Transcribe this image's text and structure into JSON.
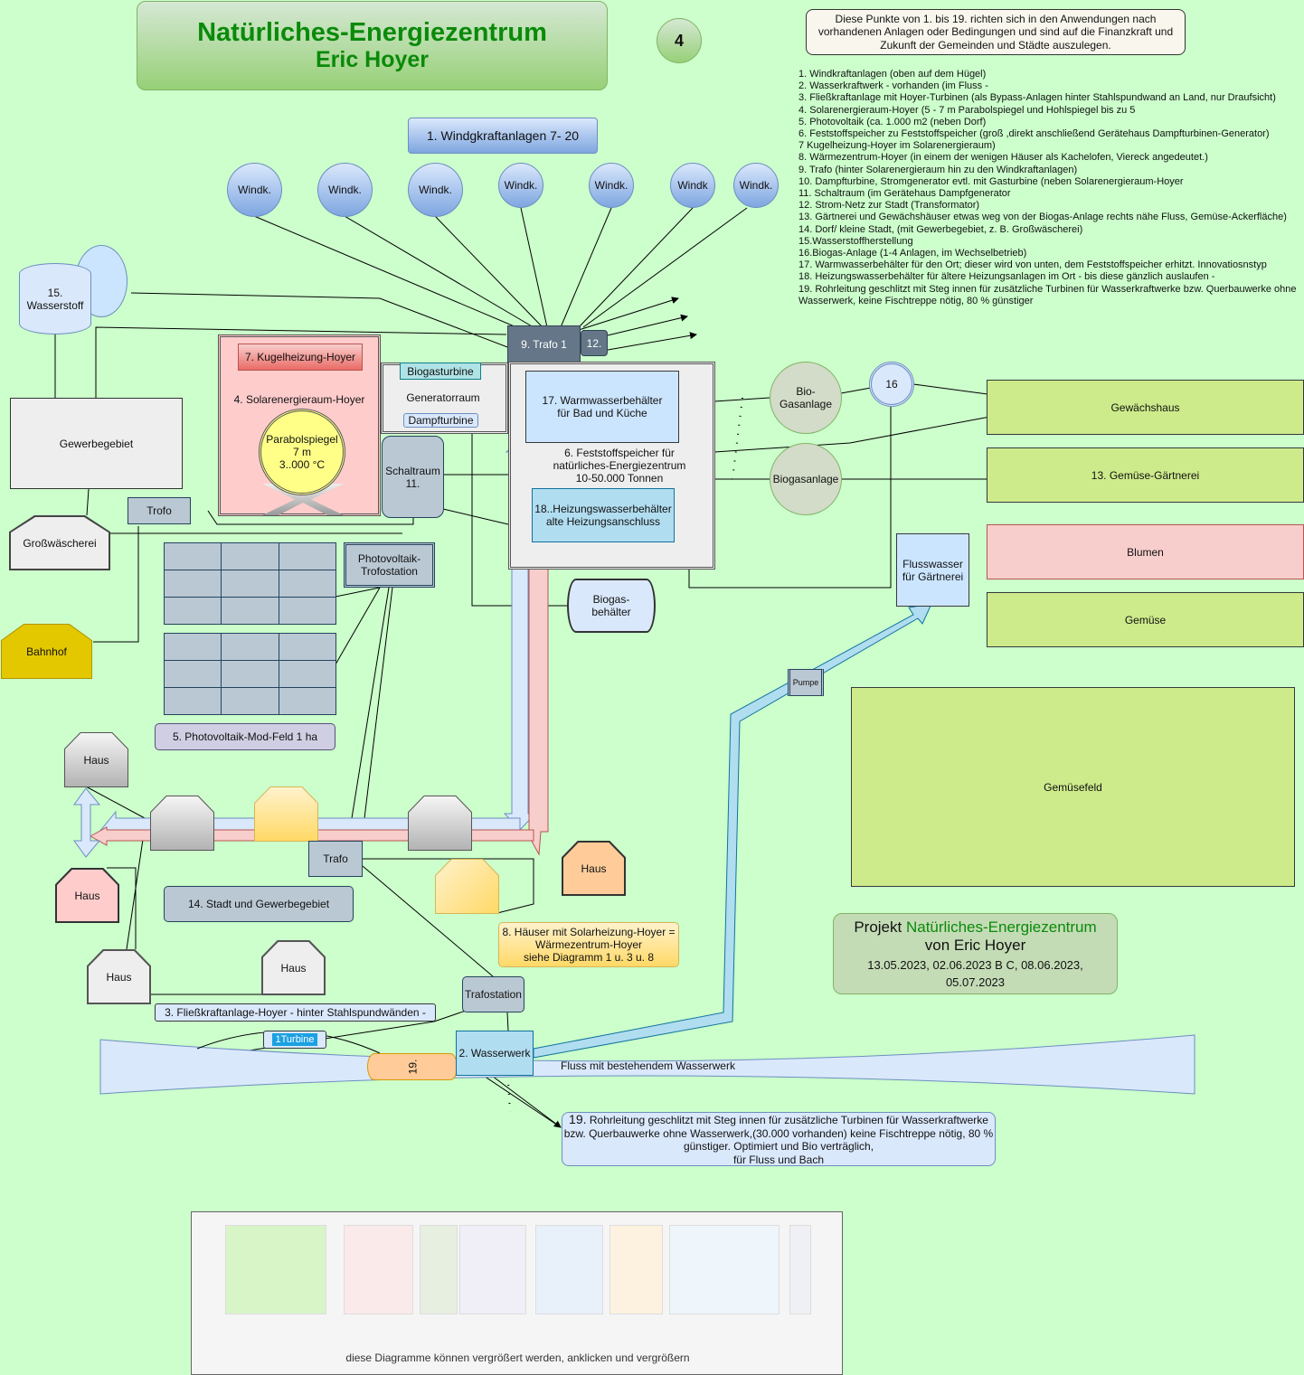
{
  "title": {
    "line1": "Natürliches-Energiezentrum",
    "line2": "Eric Hoyer"
  },
  "page_number": "4",
  "intro_note": "Diese Punkte von 1. bis 19.  richten sich in den Anwendungen nach vorhandenen Anlagen oder Bedingungen und sind auf die Finanzkraft und Zukunft der Gemeinden und Städte auszulegen.",
  "legend": [
    "1. Windkraftanlagen (oben auf dem Hügel)",
    "2. Wasserkraftwerk  - vorhanden (im Fluss  -",
    "3. Fließkraftanlage mit Hoyer-Turbinen (als Bypass-Anlagen hinter Stahlspundwand an Land, nur Draufsicht)",
    "4. Solarenergieraum-Hoyer (5 - 7 m Parabolspiegel und Hohlspiegel  bis zu 5",
    "5. Photovoltaik (ca. 1.000 m2 (neben Dorf)",
    "6. Feststoffspeicher zu Feststoffspeicher (groß ,direkt anschließend Gerätehaus Dampfturbinen-Generator)",
    "7 Kugelheizung-Hoyer  im Solarenergieraum)",
    "8. Wärmezentrum-Hoyer (in einem der wenigen Häuser als Kachelofen, Viereck angedeutet.)",
    "9. Trafo (hinter Solarenergieraum hin zu den Windkraftanlagen)",
    "10. Dampfturbine, Stromgenerator evtl. mit Gasturbine (neben Solarenergieraum-Hoyer",
    "11. Schaltraum (im Gerätehaus Dampfgenerator",
    "12. Strom-Netz zur Stadt (Transformator)",
    "13. Gärtnerei und Gewächshäuser etwas weg von der Biogas-Anlage rechts nähe Fluss, Gemüse-Ackerfläche)",
    "14. Dorf/ kleine Stadt, (mit Gewerbegebiet, z. B. Großwäscherei)",
    "15.Wasserstoffherstellung",
    "16.Biogas-Anlage (1-4 Anlagen, im Wechselbetrieb)",
    "17. Warmwasserbehälter für den Ort; dieser wird von unten, dem Feststoffspeicher erhitzt. Innovatiosnstyp",
    "18. Heizungswasserbehälter für ältere Heizungsanlagen im Ort - bis diese gänzlich auslaufen -",
    "19. Rohrleitung geschlitzt mit Steg innen für zusätzliche Turbinen für Wasserkraftwerke bzw. Querbauwerke ohne Wasserwerk, keine Fischtreppe nötig, 80 % günstiger"
  ],
  "wind": {
    "title": "1. Windgkraftanlagen 7- 20",
    "turbines": [
      "Windk.",
      "Windk.",
      "Windk.",
      "Windk.",
      "Windk.",
      "Windk",
      "Windk."
    ]
  },
  "hydrogen": {
    "line1": "15.",
    "line2": "Wasserstoff"
  },
  "gewerbegebiet": "Gewerbegebiet",
  "trofo": "Trofo",
  "grosswaescherei": "Großwäscherei",
  "bahnhof": "Bahnhof",
  "solar_room": {
    "kugelheizung": "7. Kugelheizung-Hoyer",
    "label": "4. Solarenergieraum-Hoyer",
    "parabol": {
      "line1": "Parabolspiegel",
      "line2": "7 m",
      "line3": "3..000 °C"
    }
  },
  "generator_room": {
    "biogasturbine": "Biogasturbine",
    "label": "Generatorraum",
    "dampfturbine": "Dampfturbine"
  },
  "schaltraum": {
    "line1": "Schaltraum",
    "line2": "11."
  },
  "trafo1": {
    "label": "9. Trafo 1",
    "grid": "12."
  },
  "storage": {
    "warmwater": {
      "line1": "17. Warmwasserbehälter",
      "line2": "für Bad und Küche"
    },
    "label": {
      "line1": "6. Feststoffspeicher für",
      "line2": "natürliches-Energiezentrum",
      "line3": "10-50.000 Tonnen"
    },
    "heating": {
      "line1": "18..Heizungswasserbehälter",
      "line2": "alte Heizungsanschluss"
    }
  },
  "biogas_tank": {
    "line1": "Biogas-",
    "line2": "behälter"
  },
  "pv_trafo": {
    "line1": "Photovoltaik-",
    "line2": "Trofostation"
  },
  "pv_field_label": "5. Photovoltaik-Mod-Feld  1 ha",
  "biogas1": {
    "line1": "Bio-",
    "line2": "Gasanlage"
  },
  "biogas2": "Biogasanlage",
  "node16": "16",
  "fields": {
    "gewaechshaus": "Gewächshaus",
    "gaertnerei": "13.  Gemüse-Gärtnerei",
    "blumen": "Blumen",
    "gemuese": "Gemüse",
    "gemuesefeld": "Gemüsefeld"
  },
  "flusswasser": {
    "line1": "Flusswasser",
    "line2": "für Gärtnerei"
  },
  "pumpe": "Pumpe",
  "houses": [
    "Haus",
    "Haus",
    "Haus",
    "Haus",
    "Haus"
  ],
  "trafo_town": "Trafo",
  "town_label": "14. Stadt und Gewerbegebiet",
  "solar_houses_note": {
    "line1": "8. Häuser mit Solarheizung-Hoyer =",
    "line2": "Wärmezentrum-Hoyer",
    "line3": "siehe Diagramm  1 u. 3 u. 8"
  },
  "trafostation": "Trafostation",
  "fliesskraft_label": "3. Fließkraftanlage-Hoyer - hinter Stahlspundwänden  -",
  "turbine_label": "1Turbine",
  "pipe_label": "19.",
  "wasserwerk": "2. Wasserwerk",
  "river_label": "Fluss mit bestehendem Wasserwerk",
  "pipe_note": {
    "num": "19.",
    "text": " Rohrleitung geschlitzt mit Steg innen für zusätzliche Turbinen für Wasserkraftwerke bzw. Querbauwerke ohne Wasserwerk,(30.000 vorhanden) keine Fischtreppe nötig, 80 % günstiger. Optimiert und Bio verträglich,",
    "line2": "für Fluss und Bach"
  },
  "project": {
    "prefix": "Projekt ",
    "name": "Natürliches-Energiezentrum",
    "author": "von Eric Hoyer",
    "dates1": "13.05.2023, 02.06.2023 B C, 08.06.2023,",
    "dates2": "05.07.2023"
  },
  "gallery_caption": "diese Diagramme können vergrößert werden, anklicken und vergrößern",
  "colors": {
    "background": "#ccffcc",
    "title_green": "#0a8a0a",
    "field_green": "#cdeb8b",
    "blumen_pink": "#f8cecc",
    "slate": "#bac8d3"
  }
}
